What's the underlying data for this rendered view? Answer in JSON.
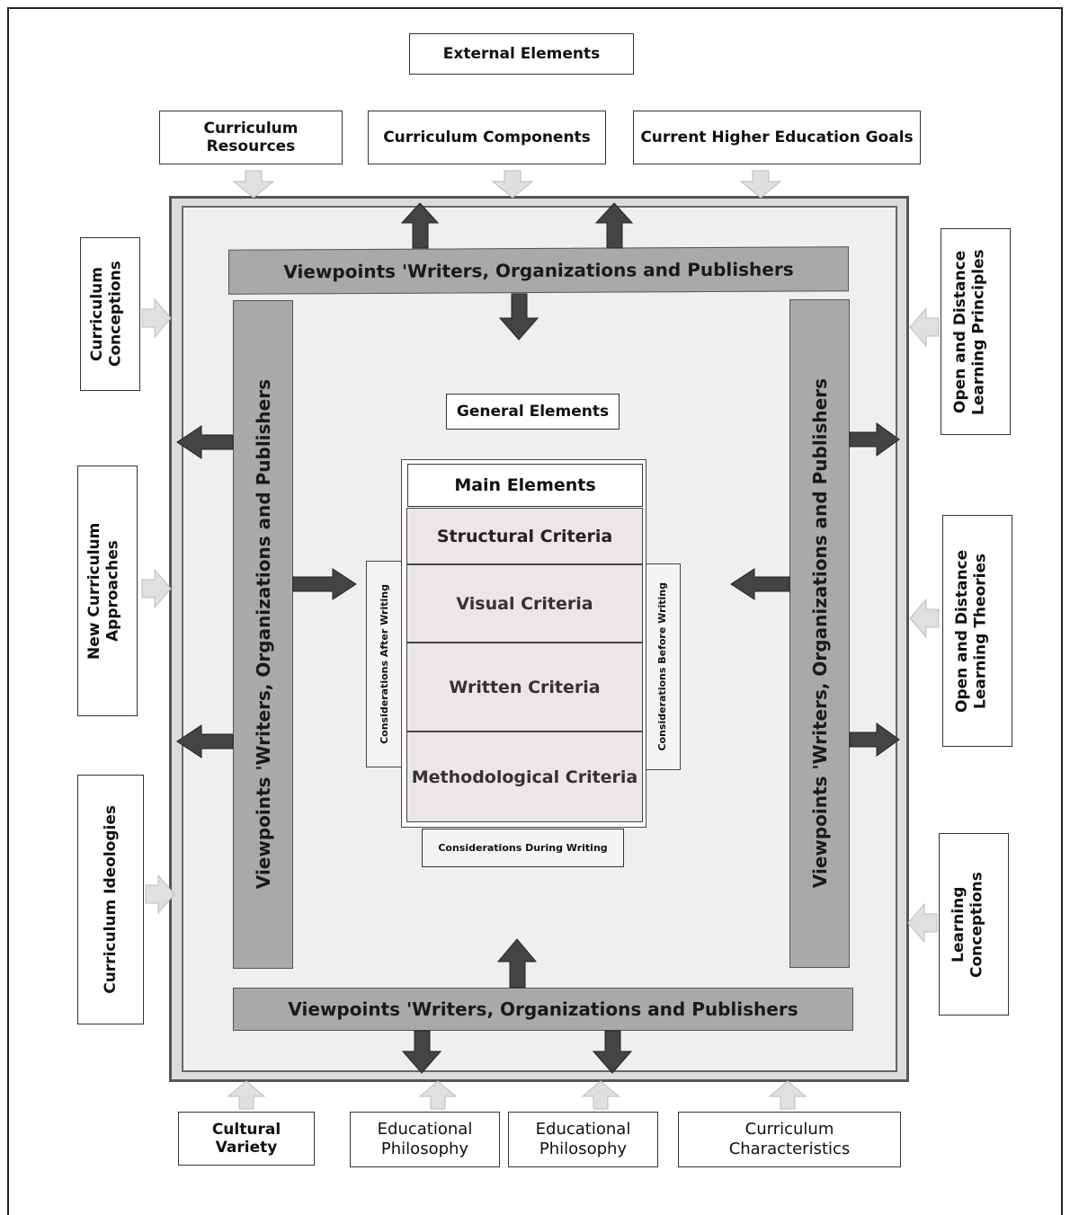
{
  "external_title": "External Elements",
  "top_boxes": [
    "Curriculum Resources",
    "Curriculum Components",
    "Current Higher Education Goals"
  ],
  "left_boxes": [
    "Curriculum Conceptions",
    "New Curriculum Approaches",
    "Curriculum Ideologies"
  ],
  "right_boxes": [
    "Open and Distance Learning Principles",
    "Open and Distance Learning Theories",
    "Learning Conceptions"
  ],
  "bottom_boxes": [
    "Cultural Variety",
    "Educational Philosophy",
    "Educational Philosophy",
    "Curriculum Characteristics"
  ],
  "viewpoints_label": "Viewpoints 'Writers, Organizations and Publishers",
  "general_elements": "General Elements",
  "main_elements": "Main Elements",
  "criteria": [
    "Structural Criteria",
    "Visual Criteria",
    "Written Criteria",
    "Methodological Criteria"
  ],
  "considerations": {
    "after": "Considerations After Writing",
    "before": "Considerations Before Writing",
    "during": "Considerations During Writing"
  },
  "colors": {
    "viewpoint_band": "#a9a9a9",
    "dark_arrow": "#444444",
    "light_arrow": "#d4d4d4",
    "criteria_fill": "#ece6e6"
  }
}
